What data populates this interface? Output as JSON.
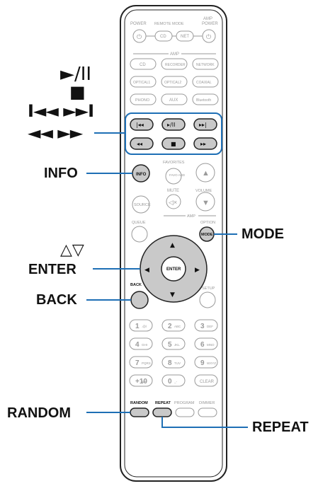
{
  "remote": {
    "top_labels": {
      "power": "POWER",
      "remote_mode": "REMOTE MODE",
      "amp": "AMP",
      "power2": "POWER"
    },
    "mode_buttons": {
      "cd": "CD",
      "net": "NET"
    },
    "amp_section_label": "AMP",
    "source_row1": [
      "CD",
      "RECORDER",
      "NETWORK"
    ],
    "source_row2": [
      "OPTICAL1",
      "OPTICAL2",
      "COAXIAL"
    ],
    "source_row3": [
      "PHONO",
      "AUX",
      "Bluetooth"
    ],
    "transport_icons": [
      "skip-back-icon",
      "play-pause-icon",
      "skip-forward-icon",
      "rewind-icon",
      "stop-icon",
      "fast-forward-icon"
    ],
    "info_label": "INFO",
    "favorites_label": "FAVORITES",
    "fav_add_label": "FAVO ADD",
    "source_label": "SOURCE",
    "mute_label": "MUTE",
    "volume_label": "VOLUME",
    "amp_label_2": "AMP",
    "queue_label": "QUEUE",
    "option_label": "OPTION",
    "mode_label": "MODE",
    "enter_label": "ENTER",
    "back_label": "BACK",
    "setup_label": "SETUP",
    "numpad": [
      {
        "num": "1",
        "sub": ".@/"
      },
      {
        "num": "2",
        "sub": "ABC"
      },
      {
        "num": "3",
        "sub": "DEF"
      },
      {
        "num": "4",
        "sub": "GHI"
      },
      {
        "num": "5",
        "sub": "JKL"
      },
      {
        "num": "6",
        "sub": "MNO"
      },
      {
        "num": "7",
        "sub": "PQRS"
      },
      {
        "num": "8",
        "sub": "TUV"
      },
      {
        "num": "9",
        "sub": "WXYZ"
      },
      {
        "num": "+10",
        "sub": "a/A"
      },
      {
        "num": "0",
        "sub": "_-"
      },
      {
        "num": "",
        "sub": "CLEAR"
      }
    ],
    "bottom_labels": [
      "RANDOM",
      "REPEAT",
      "PROGRAM",
      "DIMMER"
    ]
  },
  "callouts": {
    "play_pause": "►/II",
    "stop": "■",
    "skip": "I◄◄ ►►I",
    "seek": "◄◄ ►►",
    "info": "INFO",
    "mode": "MODE",
    "cursor": "△▽",
    "enter": "ENTER",
    "back": "BACK",
    "random": "RANDOM",
    "repeat": "REPEAT"
  },
  "colors": {
    "accent": "#1e6fb5",
    "button_fill": "#c9c9c9",
    "outline": "#222222"
  }
}
